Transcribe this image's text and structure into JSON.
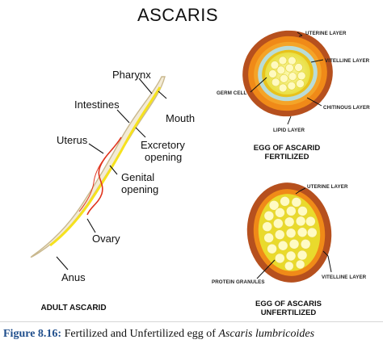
{
  "title": "ASCARIS",
  "adult": {
    "heading": "ADULT ASCARID",
    "labels": {
      "pharynx": "Pharynx",
      "intestines": "Intestines",
      "mouth": "Mouth",
      "uterus": "Uterus",
      "excretory": "Excretory",
      "excretory2": "opening",
      "genital": "Genital",
      "genital2": "opening",
      "ovary": "Ovary",
      "anus": "Anus"
    }
  },
  "fertilized": {
    "heading1": "EGG OF ASCARID",
    "heading2": "FERTILIZED",
    "labels": {
      "uterine": "UTERINE LAYER",
      "vitelline": "VITELLINE LAYER",
      "germ": "GERM CELL",
      "chitinous": "CHITINOUS LAYER",
      "lipid": "LIPID LAYER"
    }
  },
  "unfertilized": {
    "heading1": "EGG OF ASCARIS",
    "heading2": "UNFERTILIZED",
    "labels": {
      "uterine": "UTERINE LAYER",
      "protein": "PROTEIN GRANULES",
      "vitelline": "VITELLINE LAYER"
    }
  },
  "caption": {
    "figure": "Figure 8.16:",
    "text": "Fertilized and Unfertilized egg of",
    "species": "Ascaris lumbricoides"
  },
  "colors": {
    "uterine": "#b6501e",
    "vitelline": "#f08a18",
    "chitinous": "#b9dcd8",
    "lipid_ring": "#e8c21c",
    "germ": "#f6f07a",
    "worm": "#f3ebd6",
    "intestine": "#f6e21e",
    "uterus": "#e0331c"
  }
}
